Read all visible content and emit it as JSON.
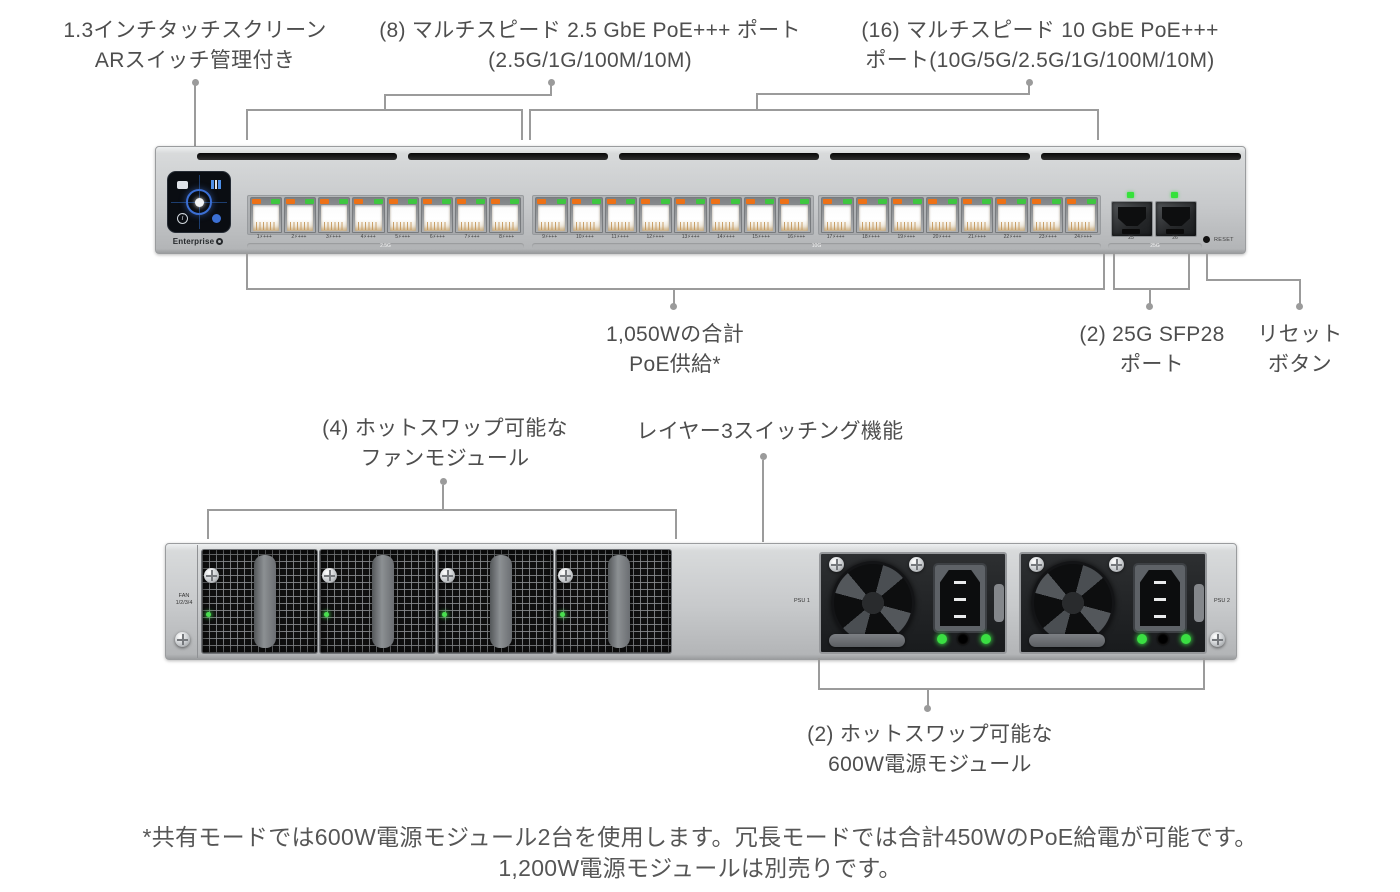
{
  "annotations": {
    "touchscreen": {
      "line1": "1.3インチタッチスクリーン",
      "line2": "ARスイッチ管理付き"
    },
    "ports_25g": {
      "line1": "(8) マルチスピード 2.5 GbE PoE+++ ポート",
      "line2": "(2.5G/1G/100M/10M)"
    },
    "ports_10g": {
      "line1": "(16) マルチスピード 10 GbE PoE+++",
      "line2": "ポート(10G/5G/2.5G/1G/100M/10M)"
    },
    "poe_total": {
      "line1": "1,050Wの合計",
      "line2": "PoE供給*"
    },
    "sfp28": {
      "line1": "(2) 25G SFP28",
      "line2": "ポート"
    },
    "reset": {
      "line1": "リセット",
      "line2": "ボタン"
    },
    "fans": {
      "line1": "(4) ホットスワップ可能な",
      "line2": "ファンモジュール"
    },
    "layer3": {
      "line1": "レイヤー3スイッチング機能"
    },
    "psu": {
      "line1": "(2) ホットスワップ可能な",
      "line2": "600W電源モジュール"
    }
  },
  "footnote": {
    "line1": "*共有モードでは600W電源モジュール2台を使用します。冗長モードでは合計450WのPoE給電が可能です。",
    "line2": "1,200W電源モジュールは別売りです。"
  },
  "device": {
    "front": {
      "brand": "Enterprise",
      "vent_slot_count": 5,
      "port_groups": [
        {
          "speed_label": "2.5G",
          "start": 1,
          "end": 8
        },
        {
          "speed_label": "10G",
          "start": 9,
          "end": 24
        }
      ],
      "port_label_suffix": "⚡+++",
      "sfp_ports": [
        "25",
        "26"
      ],
      "sfp_speed_label": "25G",
      "reset_label": "RESET"
    },
    "rear": {
      "fan_bay_label_line1": "FAN",
      "fan_bay_label_line2": "1/2/3/4",
      "fan_module_count": 4,
      "psu_count": 2,
      "psu_labels": [
        "PSU 1",
        "PSU 2"
      ]
    }
  },
  "colors": {
    "text": "#4e4e4e",
    "line": "#9b9b9b",
    "led_green": "#3fc641",
    "led_orange": "#ed7117",
    "screen_accent": "#3b6fd4",
    "chassis": "#c7c9cb"
  }
}
